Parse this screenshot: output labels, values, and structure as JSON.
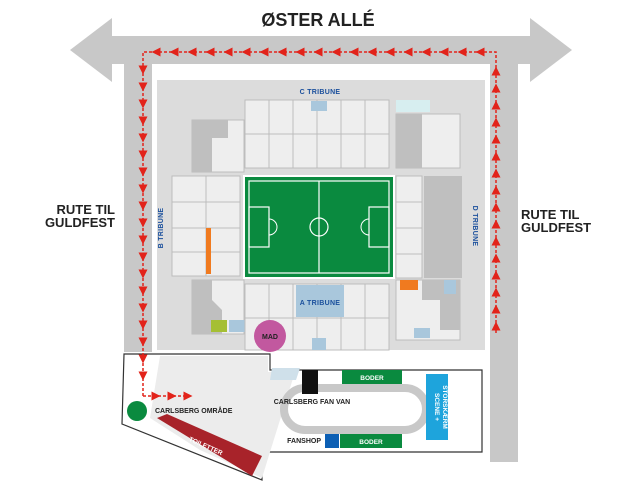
{
  "street": {
    "name": "ØSTER ALLÉ"
  },
  "routes": {
    "left": {
      "line1": "RUTE TIL",
      "line2": "GULDFEST"
    },
    "right": {
      "line1": "RUTE TIL",
      "line2": "GULDFEST"
    }
  },
  "stands": {
    "a": "A TRIBUNE",
    "b": "B TRIBUNE",
    "c": "C TRIBUNE",
    "d": "D TRIBUNE"
  },
  "fan_zone": {
    "area_name": "CARLSBERG OMRÅDE",
    "fan_van": "CARLSBERG FAN VAN",
    "booths_top": "BODER",
    "booths_bottom": "BODER",
    "fanshop": "FANSHOP",
    "stage_line1": "SCENE +",
    "stage_line2": "STORSKÆRM",
    "toilets": "TOILETTER",
    "food": "MAD"
  },
  "colors": {
    "route": "#e2231a",
    "pitch": "#0a8a3f",
    "booths": "#0a8a3f",
    "stage": "#1ea4dc",
    "fanshop": "#0c5fb4",
    "toilets": "#a8232a",
    "food": "#c2589f",
    "stand_text": "#1a4f9c",
    "road": "#c8c8c8"
  }
}
